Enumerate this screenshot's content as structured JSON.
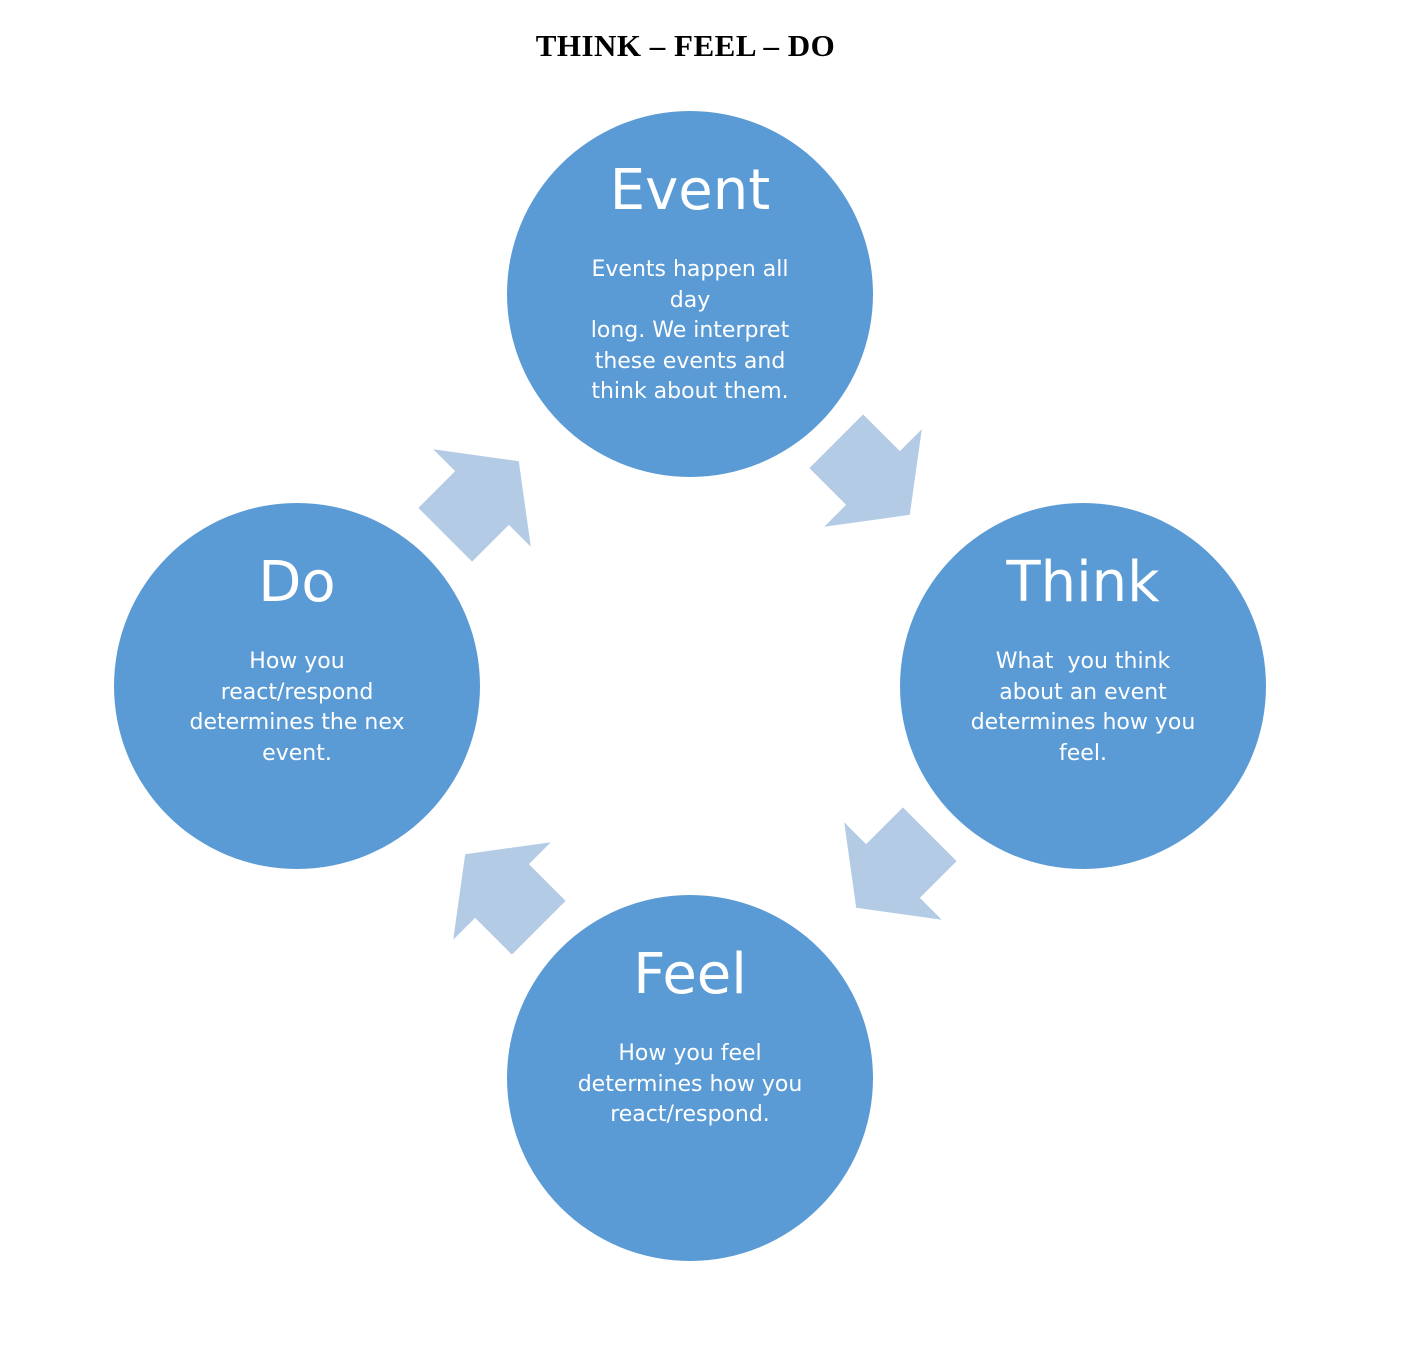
{
  "title": "THINK – FEEL – DO",
  "colors": {
    "node_fill": "#5b9bd5",
    "arrow_fill": "#b4cbe6",
    "text": "#ffffff"
  },
  "nodes": [
    {
      "id": "event",
      "heading": "Event",
      "lines": [
        "Events happen all day",
        "long. We interpret",
        "these events and",
        "think about them."
      ]
    },
    {
      "id": "think",
      "heading": "Think",
      "lines": [
        "What  you think",
        "about an event",
        "determines how you",
        "feel."
      ]
    },
    {
      "id": "feel",
      "heading": "Feel",
      "lines": [
        "How you feel",
        "determines how you",
        "react/respond."
      ]
    },
    {
      "id": "do",
      "heading": "Do",
      "lines": [
        "How you",
        "react/respond",
        "determines the nex",
        "event."
      ]
    }
  ],
  "cycle_arrows": [
    {
      "from": "event",
      "to": "think"
    },
    {
      "from": "think",
      "to": "feel"
    },
    {
      "from": "feel",
      "to": "do"
    },
    {
      "from": "do",
      "to": "event"
    }
  ]
}
